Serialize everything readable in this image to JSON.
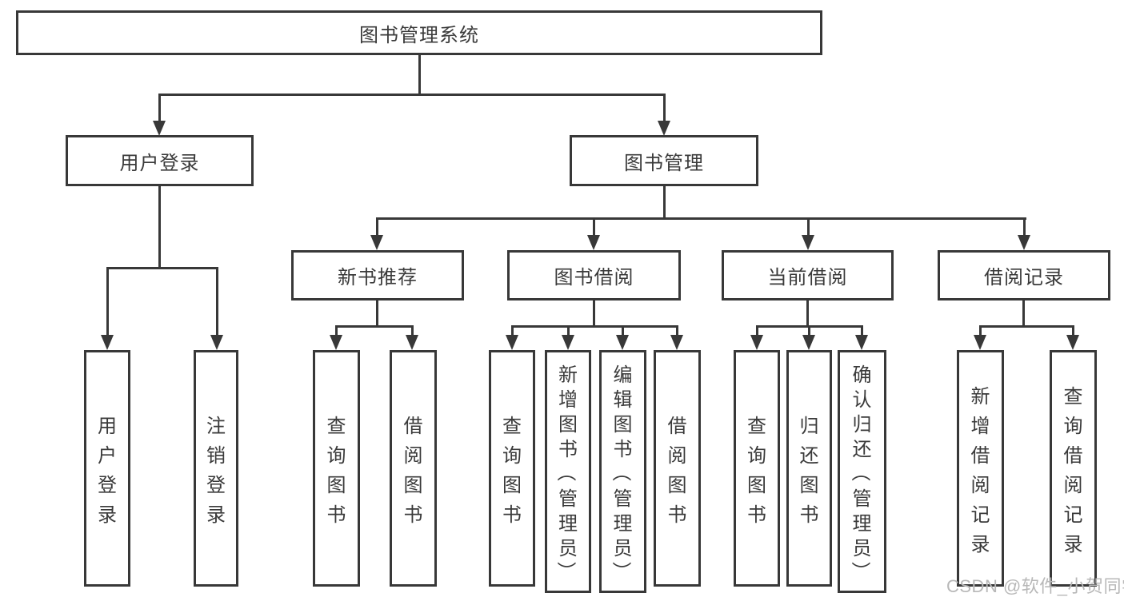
{
  "root": {
    "label": "图书管理系统",
    "children": [
      {
        "label": "用户登录",
        "children": [
          {
            "label": "用户登录"
          },
          {
            "label": "注销登录"
          }
        ]
      },
      {
        "label": "图书管理",
        "children": [
          {
            "label": "新书推荐",
            "children": [
              {
                "label": "查询图书"
              },
              {
                "label": "借阅图书"
              }
            ]
          },
          {
            "label": "图书借阅",
            "children": [
              {
                "label": "查询图书"
              },
              {
                "label": "新增图书（管理员）"
              },
              {
                "label": "编辑图书（管理员）"
              },
              {
                "label": "借阅图书"
              }
            ]
          },
          {
            "label": "当前借阅",
            "children": [
              {
                "label": "查询图书"
              },
              {
                "label": "归还图书"
              },
              {
                "label": "确认归还（管理员）"
              }
            ]
          },
          {
            "label": "借阅记录",
            "children": [
              {
                "label": "新增借阅记录"
              },
              {
                "label": "查询借阅记录"
              }
            ]
          }
        ]
      }
    ]
  },
  "watermark": {
    "text": "CSDN @软件_小贺同学"
  },
  "colors": {
    "line": "#383838",
    "text": "#3a3a3a",
    "background": "#ffffff",
    "watermark": "#b8b8b8"
  }
}
